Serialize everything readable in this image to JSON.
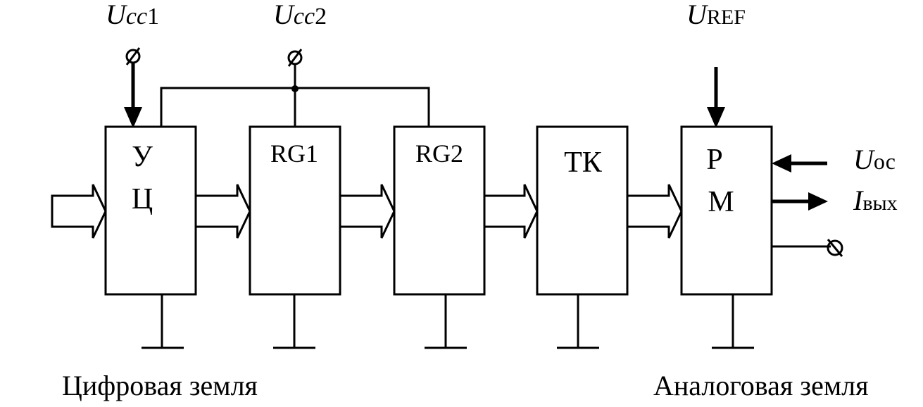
{
  "supplies": {
    "ucc1": {
      "main": "U",
      "sub": "cc",
      "num": "1"
    },
    "ucc2": {
      "main": "U",
      "sub": "cc",
      "num": "2"
    },
    "uref": {
      "main": "U",
      "sub": "REF"
    }
  },
  "blocks": {
    "uc": {
      "line1": "У",
      "line2": "Ц"
    },
    "rg1": {
      "label": "RG1"
    },
    "rg2": {
      "label": "RG2"
    },
    "tk": {
      "label": "ТК"
    },
    "rm": {
      "line1": "Р",
      "line2": "М"
    }
  },
  "signals": {
    "uos": {
      "main": "U",
      "sub": "ос"
    },
    "iout": {
      "main": "I",
      "sub": "вых"
    }
  },
  "grounds": {
    "digital": "Цифровая земля",
    "analog": "Аналоговая земля"
  }
}
